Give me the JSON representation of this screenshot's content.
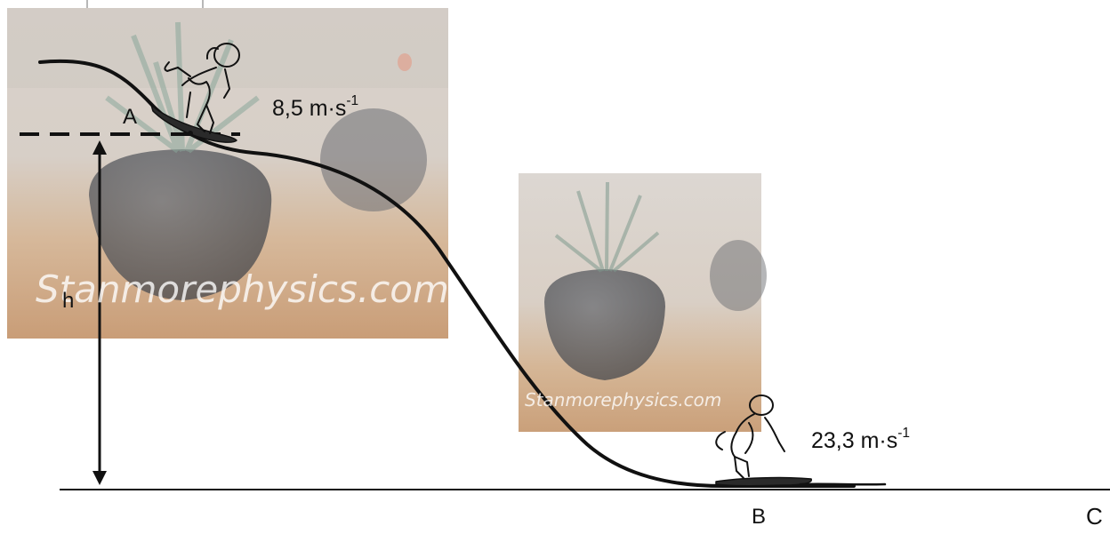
{
  "labels": {
    "point_a": "A",
    "point_b": "B",
    "point_c": "C",
    "height": "h",
    "speed_a_value": "8,5 m·s",
    "speed_a_exp": "-1",
    "speed_b_value": "23,3 m·s",
    "speed_b_exp": "-1"
  },
  "watermark": {
    "text_large": "Stanmorephysics.com",
    "text_small": "Stanmorephysics.com"
  },
  "colors": {
    "line": "#111111",
    "photo_tint": "#c9bcae",
    "pot": "#55575c"
  }
}
